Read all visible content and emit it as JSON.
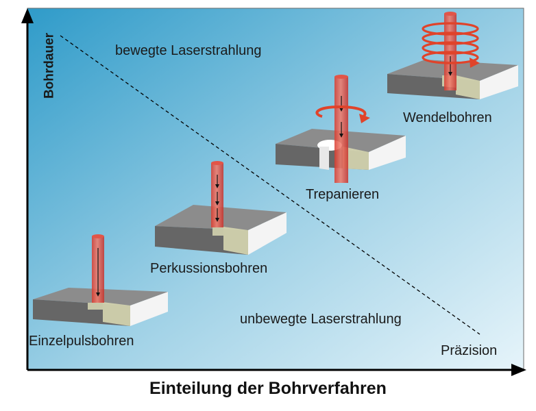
{
  "caption": "Einteilung der Bohrverfahren",
  "axes": {
    "x_label": "Präzision",
    "y_label": "Bohrdauer"
  },
  "regions": {
    "upper": "bewegte Laserstrahlung",
    "lower": "unbewegte Laserstrahlung"
  },
  "methods": [
    {
      "name": "Einzelpulsbohren"
    },
    {
      "name": "Perkussionsbohren"
    },
    {
      "name": "Trepanieren"
    },
    {
      "name": "Wendelbohren"
    }
  ],
  "colors": {
    "background_top_left": "#2f9bc9",
    "background_bottom_right": "#e6f4fa",
    "beam": "#e8483a",
    "block_top": "#8c8c8c",
    "block_front": "#666666",
    "block_side": "#f4f4f4",
    "hole_wall": "#c8c8a8",
    "axis": "#000000"
  }
}
